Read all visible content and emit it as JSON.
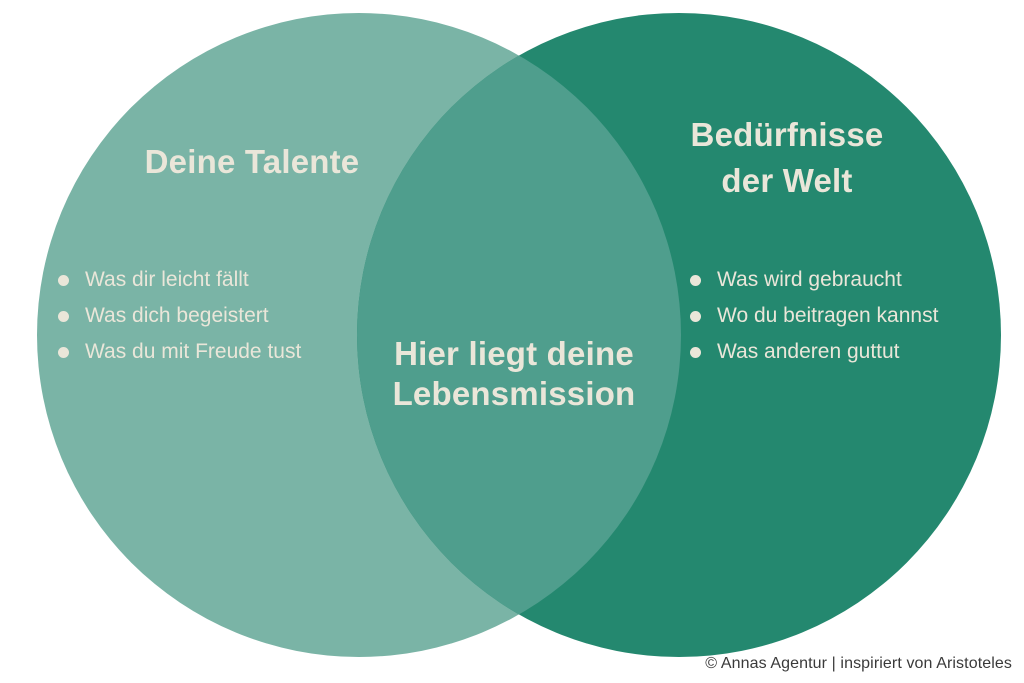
{
  "colors": {
    "left_circle": "#7AB4A6",
    "right_circle": "#24886F",
    "overlap": "#4F9E8D",
    "text_light": "#EAE6D9",
    "footer_text": "#3A3A3A",
    "background": "#FFFFFF"
  },
  "left_circle": {
    "title": "Deine Talente",
    "bullets": [
      "Was dir leicht fällt",
      "Was dich begeistert",
      "Was du mit Freude tust"
    ]
  },
  "right_circle": {
    "title_line1": "Bedürfnisse",
    "title_line2": "der Welt",
    "bullets": [
      "Was wird gebraucht",
      "Wo du beitragen kannst",
      "Was anderen guttut"
    ]
  },
  "overlap": {
    "line1": "Hier liegt deine",
    "line2": "Lebensmission"
  },
  "footer": {
    "credit": "© Annas Agentur | inspiriert von Aristoteles"
  }
}
